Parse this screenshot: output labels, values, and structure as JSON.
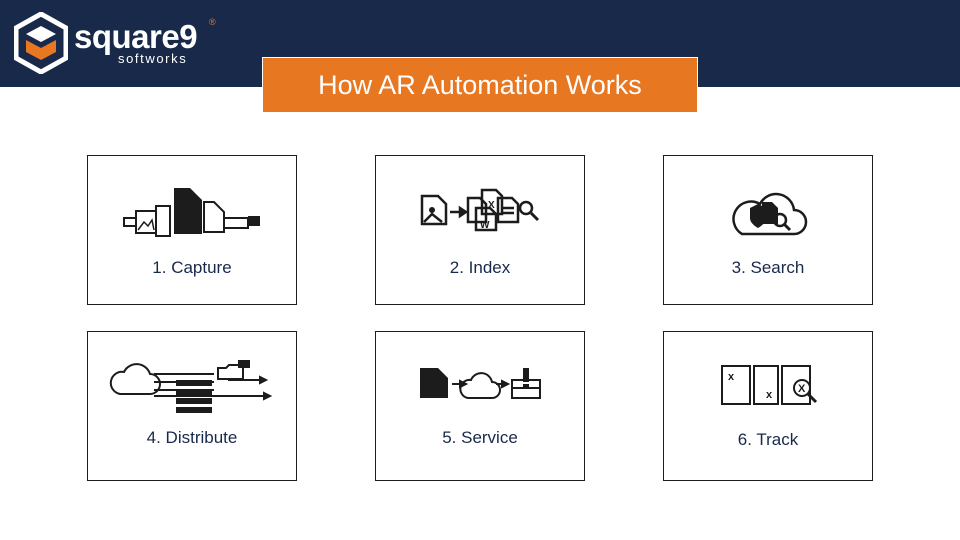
{
  "brand": {
    "name": "square9",
    "registered_mark": "®",
    "subtitle": "softworks",
    "colors": {
      "navy": "#19294a",
      "orange": "#e87722"
    }
  },
  "title": "How AR Automation Works",
  "steps": [
    {
      "label": "1. Capture",
      "icon": "capture-icon"
    },
    {
      "label": "2. Index",
      "icon": "index-icon"
    },
    {
      "label": "3. Search",
      "icon": "search-cloud-icon"
    },
    {
      "label": "4. Distribute",
      "icon": "distribute-icon"
    },
    {
      "label": "5. Service",
      "icon": "service-icon"
    },
    {
      "label": "6. Track",
      "icon": "track-icon"
    }
  ]
}
